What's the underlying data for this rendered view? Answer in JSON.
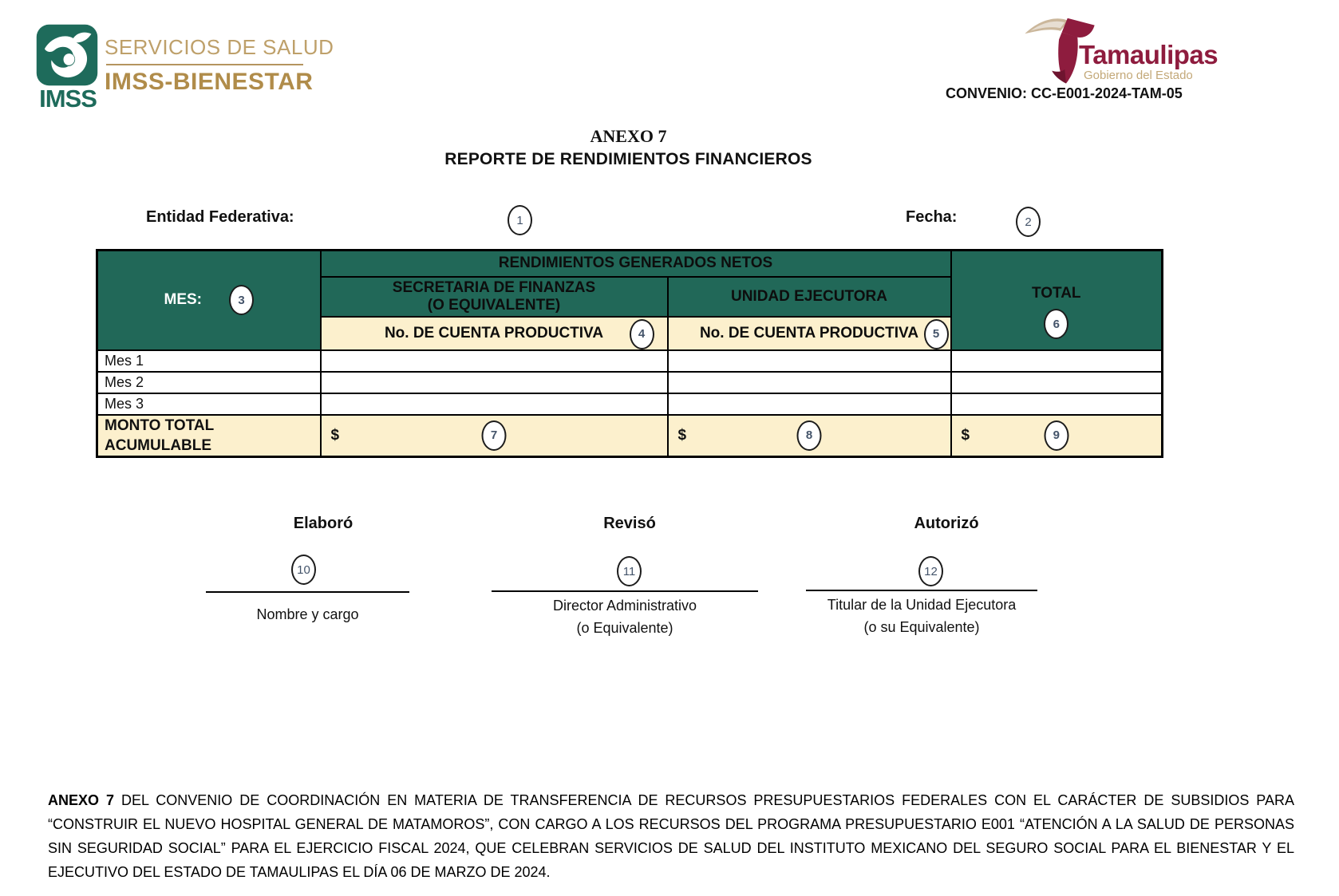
{
  "branding": {
    "imss": {
      "wordmark": "IMSS",
      "line1": "SERVICIOS DE SALUD",
      "line2": "IMSS-BIENESTAR"
    },
    "tamaulipas": {
      "name": "Tamaulipas",
      "subtitle": "Gobierno del Estado"
    },
    "convenio": "CONVENIO: CC-E001-2024-TAM-05"
  },
  "title": {
    "line1": "ANEXO 7",
    "line2": "REPORTE DE RENDIMIENTOS FINANCIEROS"
  },
  "form": {
    "entidad_label": "Entidad Federativa:",
    "entidad_marker": "1",
    "fecha_label": "Fecha:",
    "fecha_marker": "2"
  },
  "table": {
    "mes_label": "MES:",
    "mes_marker": "3",
    "group_header": "RENDIMIENTOS GENERADOS NETOS",
    "secretaria_header": "SECRETARIA DE FINANZAS\n(O EQUIVALENTE)",
    "unidad_header": "UNIDAD EJECUTORA",
    "cuenta_header_1": "No. DE CUENTA PRODUCTIVA",
    "cuenta_marker_1": "4",
    "cuenta_header_2": "No. DE CUENTA PRODUCTIVA",
    "cuenta_marker_2": "5",
    "total_header": "TOTAL",
    "total_marker": "6",
    "rows": [
      "Mes 1",
      "Mes 2",
      "Mes 3"
    ],
    "monto_label": "MONTO TOTAL\nACUMULABLE",
    "currency": "$",
    "monto_marker_secretaria": "7",
    "monto_marker_unidad": "8",
    "monto_marker_total": "9"
  },
  "signatures": [
    {
      "title": "Elaboró",
      "marker": "10",
      "caption": "Nombre y cargo"
    },
    {
      "title": "Revisó",
      "marker": "11",
      "caption": "Director Administrativo\n(o Equivalente)"
    },
    {
      "title": "Autorizó",
      "marker": "12",
      "caption": "Titular de la Unidad Ejecutora\n(o su Equivalente)"
    }
  ],
  "footer": {
    "bold": "ANEXO 7",
    "text": " DEL CONVENIO DE COORDINACIÓN EN MATERIA DE TRANSFERENCIA DE RECURSOS PRESUPUESTARIOS FEDERALES CON EL CARÁCTER DE SUBSIDIOS PARA “CONSTRUIR EL NUEVO HOSPITAL GENERAL DE MATAMOROS”, CON CARGO A LOS RECURSOS DEL PROGRAMA PRESUPUESTARIO E001 “ATENCIÓN A LA SALUD DE PERSONAS SIN SEGURIDAD SOCIAL” PARA EL EJERCICIO FISCAL 2024, QUE CELEBRAN SERVICIOS DE SALUD DEL INSTITUTO MEXICANO DEL SEGURO SOCIAL PARA EL BIENESTAR Y EL EJECUTIVO DEL ESTADO DE TAMAULIPAS EL DÍA 06 DE MARZO DE 2024."
  },
  "colors": {
    "header_green": "#216858",
    "cream": "#FCF0CD",
    "maroon": "#8E1C3E",
    "gold": "#B08C4A",
    "gold_light": "#BEA06A",
    "marker_number": "#44546A"
  }
}
